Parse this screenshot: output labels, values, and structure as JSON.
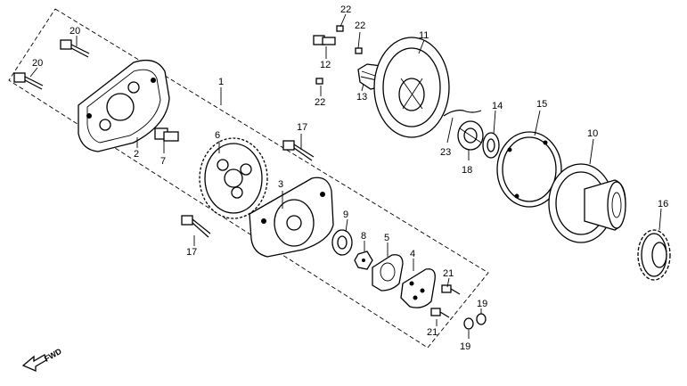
{
  "diagram": {
    "callouts": [
      {
        "id": "c1",
        "label": "1"
      },
      {
        "id": "c2",
        "label": "2"
      },
      {
        "id": "c3",
        "label": "3"
      },
      {
        "id": "c4",
        "label": "4"
      },
      {
        "id": "c5",
        "label": "5"
      },
      {
        "id": "c6",
        "label": "6"
      },
      {
        "id": "c7",
        "label": "7"
      },
      {
        "id": "c8",
        "label": "8"
      },
      {
        "id": "c9",
        "label": "9"
      },
      {
        "id": "c10",
        "label": "10"
      },
      {
        "id": "c11",
        "label": "11"
      },
      {
        "id": "c12",
        "label": "12"
      },
      {
        "id": "c13",
        "label": "13"
      },
      {
        "id": "c14",
        "label": "14"
      },
      {
        "id": "c15",
        "label": "15"
      },
      {
        "id": "c16",
        "label": "16"
      },
      {
        "id": "c17a",
        "label": "17"
      },
      {
        "id": "c17b",
        "label": "17"
      },
      {
        "id": "c18",
        "label": "18"
      },
      {
        "id": "c19a",
        "label": "19"
      },
      {
        "id": "c19b",
        "label": "19"
      },
      {
        "id": "c20a",
        "label": "20"
      },
      {
        "id": "c20b",
        "label": "20"
      },
      {
        "id": "c21a",
        "label": "21"
      },
      {
        "id": "c21b",
        "label": "21"
      },
      {
        "id": "c22a",
        "label": "22"
      },
      {
        "id": "c22b",
        "label": "22"
      },
      {
        "id": "c22c",
        "label": "22"
      },
      {
        "id": "c23",
        "label": "23"
      }
    ],
    "direction_label": "FWD"
  }
}
